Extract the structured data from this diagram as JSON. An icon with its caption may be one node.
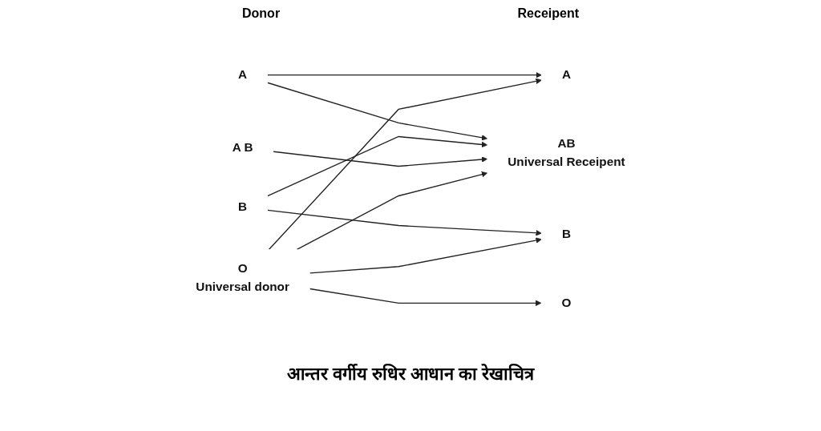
{
  "diagram": {
    "caption": "आन्तर वर्गीय रुधिर आधान का रेखाचित्र",
    "nodes": [
      {
        "text": [
          "A"
        ]
      },
      {
        "text": [
          "A"
        ]
      },
      {
        "text": [
          "B"
        ]
      },
      {
        "text": [
          "B"
        ]
      },
      {
        "text": [
          "A B"
        ]
      },
      {
        "text": [
          "AB",
          "Universal Receipent"
        ]
      },
      {
        "text": [
          "O",
          "Universal donor"
        ]
      },
      {
        "text": [
          "O"
        ]
      }
    ],
    "edges": [
      {
        "from": 0,
        "to": 1,
        "arrow": "to"
      },
      {
        "from": 0,
        "to": 5,
        "arrow": "to"
      },
      {
        "from": 2,
        "to": 3,
        "arrow": "to"
      },
      {
        "from": 2,
        "to": 5,
        "arrow": "to"
      },
      {
        "from": 4,
        "to": 5,
        "arrow": "to"
      },
      {
        "from": 6,
        "to": 1,
        "arrow": "to"
      },
      {
        "from": 6,
        "to": 3,
        "arrow": "to"
      },
      {
        "from": 6,
        "to": 5,
        "arrow": "to"
      },
      {
        "from": 6,
        "to": 7,
        "arrow": "to"
      }
    ],
    "labels": [
      "Donor",
      "Receipent"
    ]
  }
}
